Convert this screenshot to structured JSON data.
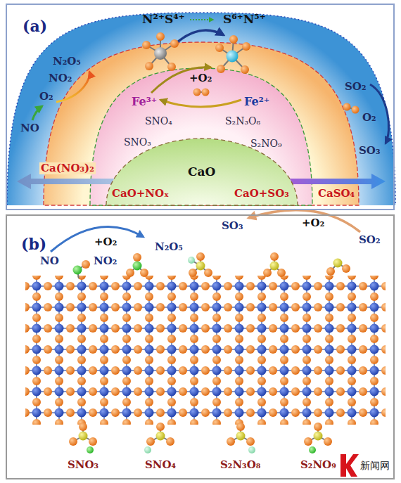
{
  "diagram": {
    "nodes": [
      {
        "text": [
          "(a)"
        ]
      },
      {
        "text": [
          "(b)"
        ]
      },
      {
        "text": [
          "CaO"
        ],
        "in": 0
      }
    ],
    "labels": [
      "N²⁺S⁴⁺",
      "S⁶⁺N⁵⁺",
      "N₂O₅",
      "NO₂",
      "O₂",
      "+O₂",
      "Fe³⁺",
      "Fe²⁺",
      "SO₂",
      "O₂",
      "SNO₄",
      "S₂N₃O₈",
      "NO",
      "SNO₃",
      "S₂NO₉",
      "SO₃",
      "Ca(NO₃)₂",
      "CaO+NOₓ",
      "CaO+SO₃",
      "CaSO₄",
      "SO₃",
      "+O₂",
      "N₂O₅",
      "+O₂",
      "SO₂",
      "NO",
      "NO₂",
      "SNO₃",
      "SNO₄",
      "S₂N₃O₈",
      "S₂NO₉",
      "新闻网"
    ]
  }
}
